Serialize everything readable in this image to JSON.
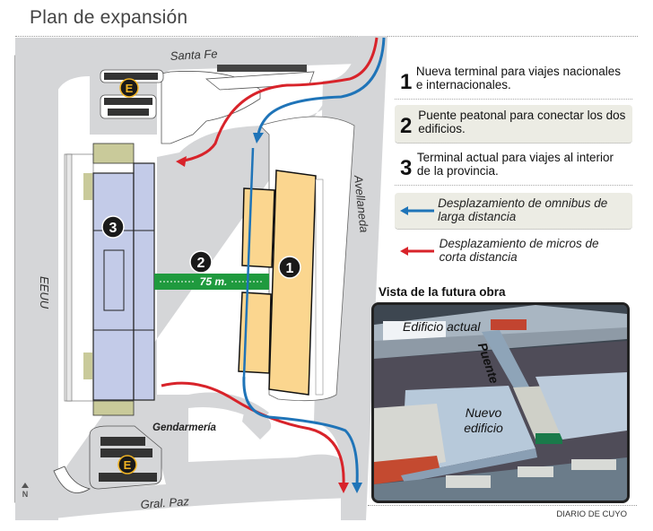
{
  "header": {
    "title": "Plan de expansión"
  },
  "map": {
    "streets": {
      "north": "Santa Fe",
      "east": "Avellaneda",
      "west": "EEUU",
      "south": "Gral. Paz"
    },
    "labels": {
      "gendarmeria": "Gendarmería",
      "bridge_length": "75 m.",
      "north_marker": "N",
      "parking_letter": "E"
    },
    "markers": [
      "1",
      "2",
      "3"
    ],
    "colors": {
      "new_terminal": "#fbd68f",
      "current_terminal": "#c3cbe8",
      "bridge": "#1f9a3e",
      "road": "#d5d6d8",
      "long_distance": "#1f74b8",
      "short_distance": "#d8232a",
      "parking_badge": "#f0b323"
    }
  },
  "legend": {
    "items": [
      {
        "number": "1",
        "text": "Nueva terminal para viajes nacionales e internacionales."
      },
      {
        "number": "2",
        "text": "Puente peatonal para conectar los dos edificios."
      },
      {
        "number": "3",
        "text": "Terminal actual para viajes al interior de la provincia."
      }
    ],
    "routes": [
      {
        "color": "#1f74b8",
        "text": "Desplazamiento de omnibus de larga distancia"
      },
      {
        "color": "#d8232a",
        "text": "Desplazamiento de micros de corta distancia"
      }
    ]
  },
  "vista": {
    "title": "Vista de la futura obra",
    "labels": {
      "current": "Edificio actual",
      "bridge": "Puente",
      "new": "Nuevo edificio"
    }
  },
  "footer": {
    "credit": "DIARIO DE CUYO"
  }
}
